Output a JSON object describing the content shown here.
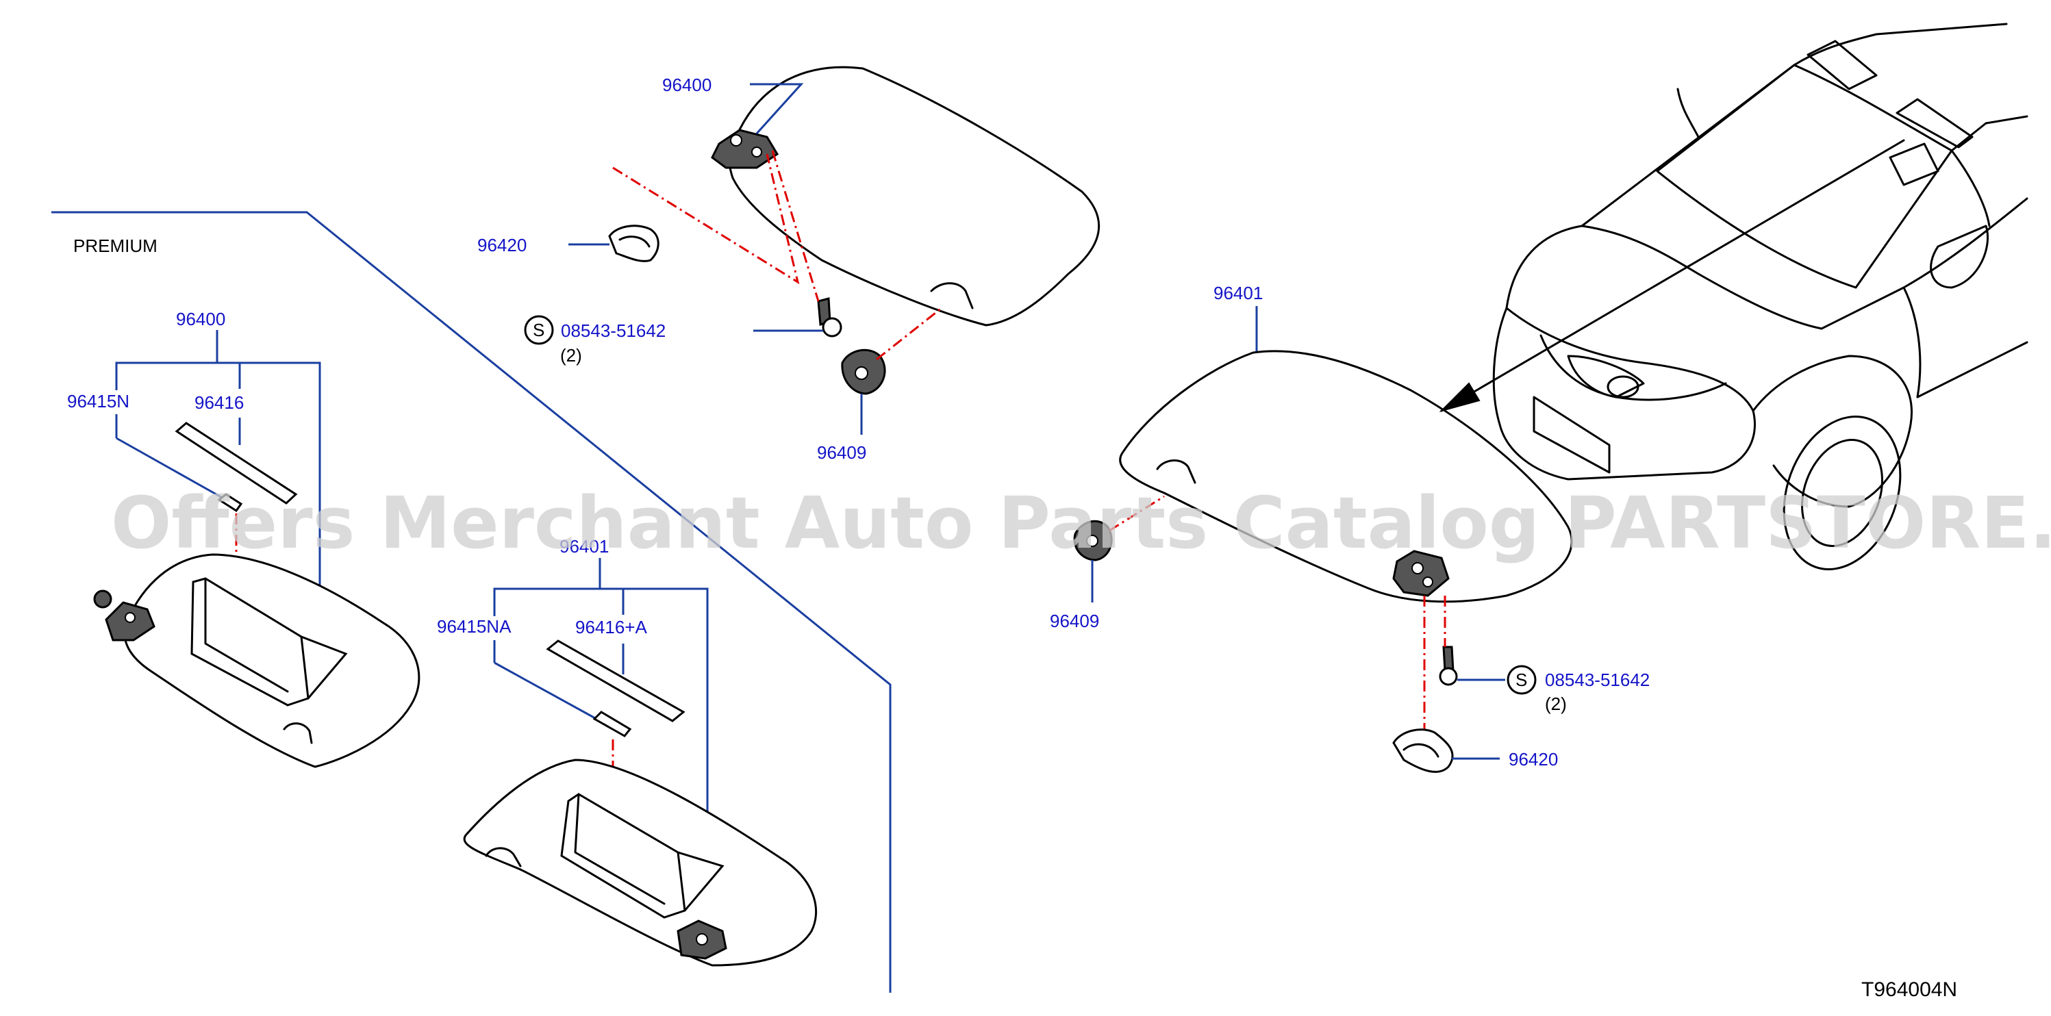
{
  "labels": {
    "premium": "PREMIUM",
    "top_visor": "96400",
    "top_cover": "96420",
    "top_screw": "08543-51642",
    "top_screw_qty": "(2)",
    "top_holder": "96409",
    "left_visor": "96400",
    "left_lamp": "96415N",
    "left_lens": "96416",
    "mid_visor": "96401",
    "mid_lamp": "96415NA",
    "mid_lens": "96416+A",
    "right_visor": "96401",
    "right_holder": "96409",
    "right_screw": "08543-51642",
    "right_screw_qty": "(2)",
    "right_cover": "96420",
    "screw_symbol": "S",
    "diagram_code": "T964004N"
  },
  "watermark": "Offers Merchant Auto Parts Catalog PARTSTORE.SA",
  "colors": {
    "part_number": "#1414c8",
    "leader": "#1a3fa0",
    "centerline": "#e00000",
    "outline": "#000000",
    "watermark": "#cfcfcf"
  }
}
